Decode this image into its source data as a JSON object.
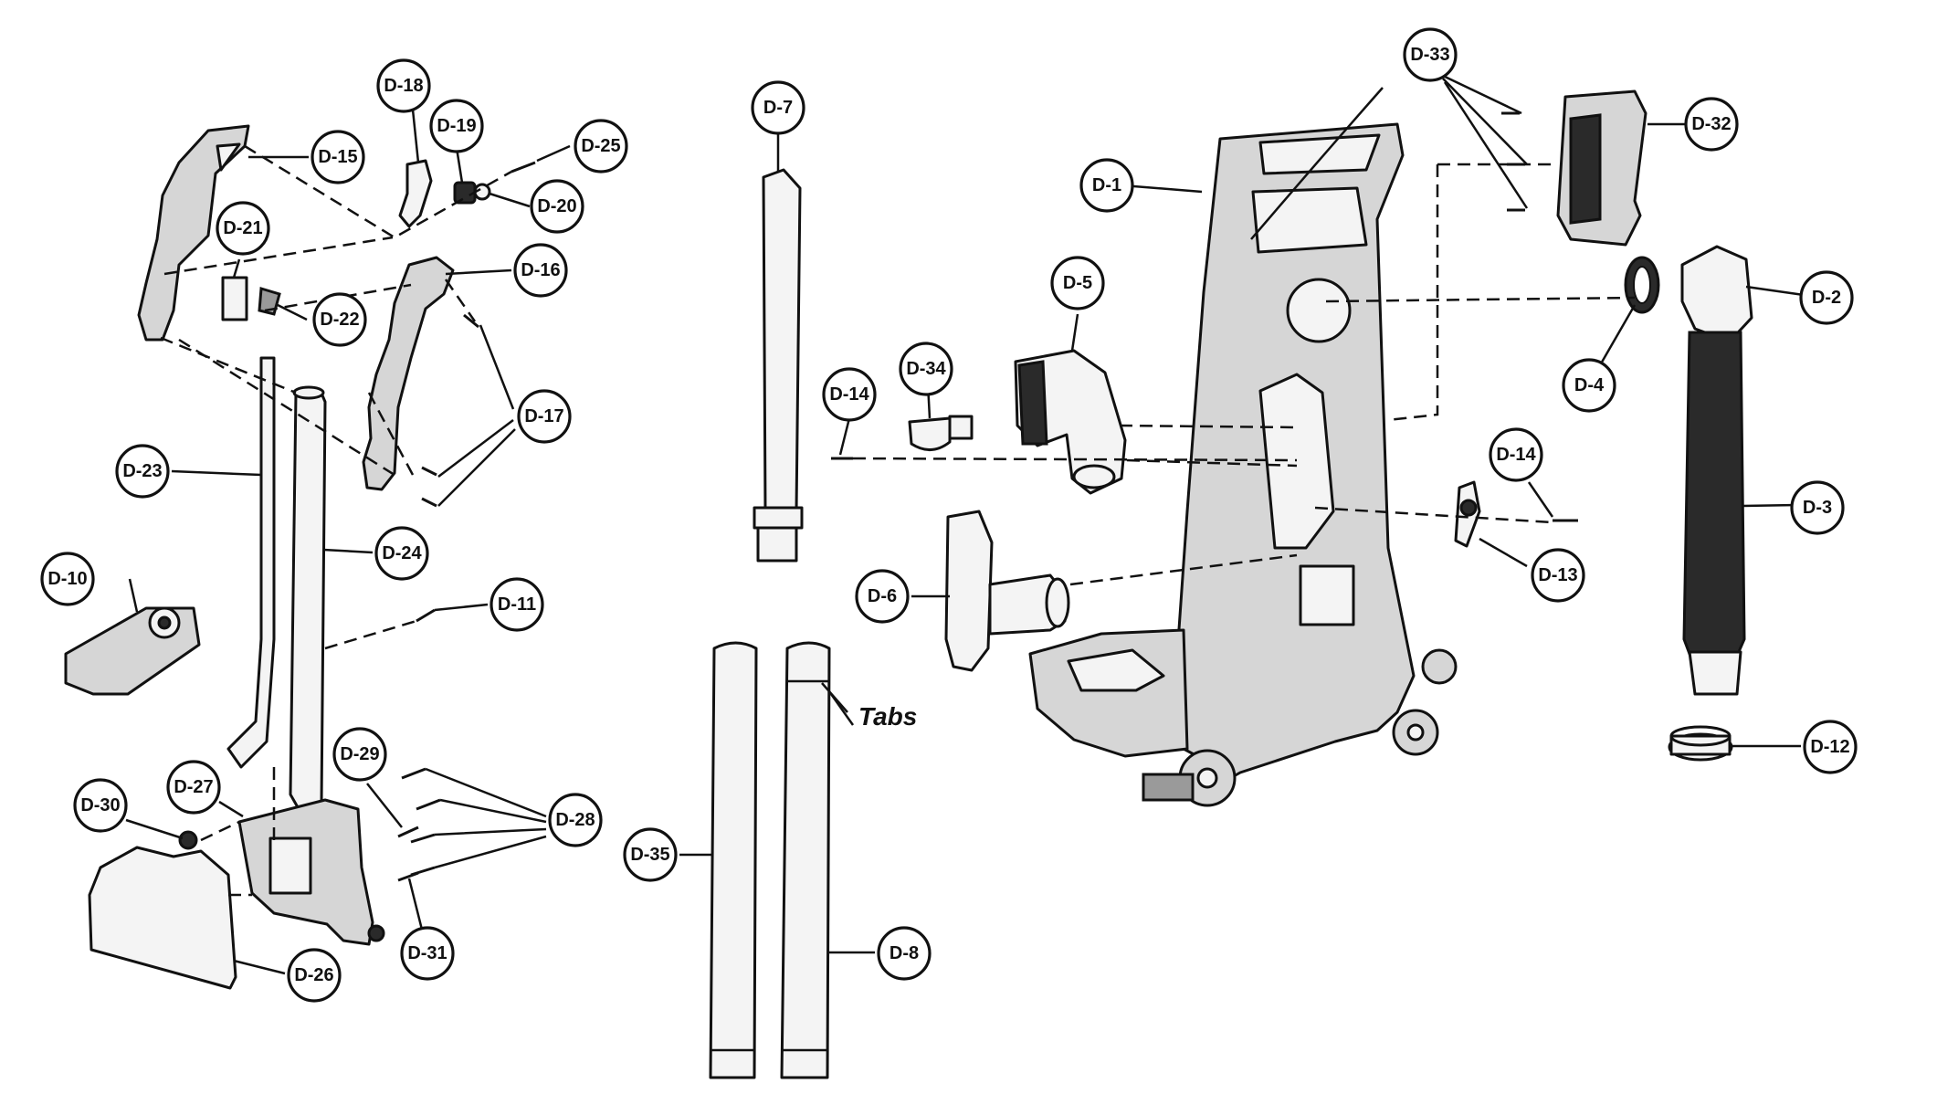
{
  "diagram": {
    "note": "Tabs",
    "callouts": [
      {
        "id": "D-1",
        "label": "D-1"
      },
      {
        "id": "D-2",
        "label": "D-2"
      },
      {
        "id": "D-3",
        "label": "D-3"
      },
      {
        "id": "D-4",
        "label": "D-4"
      },
      {
        "id": "D-5",
        "label": "D-5"
      },
      {
        "id": "D-6",
        "label": "D-6"
      },
      {
        "id": "D-7",
        "label": "D-7"
      },
      {
        "id": "D-8",
        "label": "D-8"
      },
      {
        "id": "D-10",
        "label": "D-10"
      },
      {
        "id": "D-11",
        "label": "D-11"
      },
      {
        "id": "D-12",
        "label": "D-12"
      },
      {
        "id": "D-13",
        "label": "D-13"
      },
      {
        "id": "D-14a",
        "label": "D-14"
      },
      {
        "id": "D-14b",
        "label": "D-14"
      },
      {
        "id": "D-15",
        "label": "D-15"
      },
      {
        "id": "D-16",
        "label": "D-16"
      },
      {
        "id": "D-17",
        "label": "D-17"
      },
      {
        "id": "D-18",
        "label": "D-18"
      },
      {
        "id": "D-19",
        "label": "D-19"
      },
      {
        "id": "D-20",
        "label": "D-20"
      },
      {
        "id": "D-21",
        "label": "D-21"
      },
      {
        "id": "D-22",
        "label": "D-22"
      },
      {
        "id": "D-23",
        "label": "D-23"
      },
      {
        "id": "D-24",
        "label": "D-24"
      },
      {
        "id": "D-25",
        "label": "D-25"
      },
      {
        "id": "D-26",
        "label": "D-26"
      },
      {
        "id": "D-27",
        "label": "D-27"
      },
      {
        "id": "D-28",
        "label": "D-28"
      },
      {
        "id": "D-29",
        "label": "D-29"
      },
      {
        "id": "D-30",
        "label": "D-30"
      },
      {
        "id": "D-31",
        "label": "D-31"
      },
      {
        "id": "D-32",
        "label": "D-32"
      },
      {
        "id": "D-33",
        "label": "D-33"
      },
      {
        "id": "D-34",
        "label": "D-34"
      },
      {
        "id": "D-35",
        "label": "D-35"
      }
    ]
  }
}
